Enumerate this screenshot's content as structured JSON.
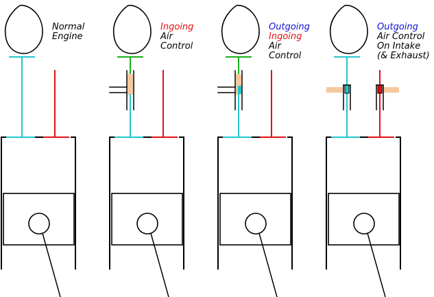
{
  "colors": {
    "ink": "#000000",
    "intake": "#22c4cc",
    "exhaust": "#e01010",
    "control_valve": "#18b018",
    "sleeve": "#f5c9a0",
    "label_red": "#e01010",
    "label_blue": "#1010d0"
  },
  "panels": [
    {
      "id": "normal",
      "label_lines": [
        {
          "text": "Normal",
          "color": "ink"
        },
        {
          "text": "Engine",
          "color": "ink"
        }
      ]
    },
    {
      "id": "ingoing",
      "label_lines": [
        {
          "text": "Ingoing",
          "color": "label_red"
        },
        {
          "text": "Air",
          "color": "ink"
        },
        {
          "text": "Control",
          "color": "ink"
        }
      ]
    },
    {
      "id": "outgoing-ingoing",
      "label_lines": [
        {
          "text": "Outgoing",
          "color": "label_blue"
        },
        {
          "text": "Ingoing",
          "color": "label_red"
        },
        {
          "text": "Air",
          "color": "ink"
        },
        {
          "text": "Control",
          "color": "ink"
        }
      ]
    },
    {
      "id": "outgoing-intake",
      "label_lines": [
        {
          "text": "Outgoing",
          "color": "label_blue"
        },
        {
          "text": "Air Control",
          "color": "ink"
        },
        {
          "text": "On Intake",
          "color": "ink"
        },
        {
          "text": "(& Exhaust)",
          "color": "ink"
        }
      ]
    }
  ]
}
